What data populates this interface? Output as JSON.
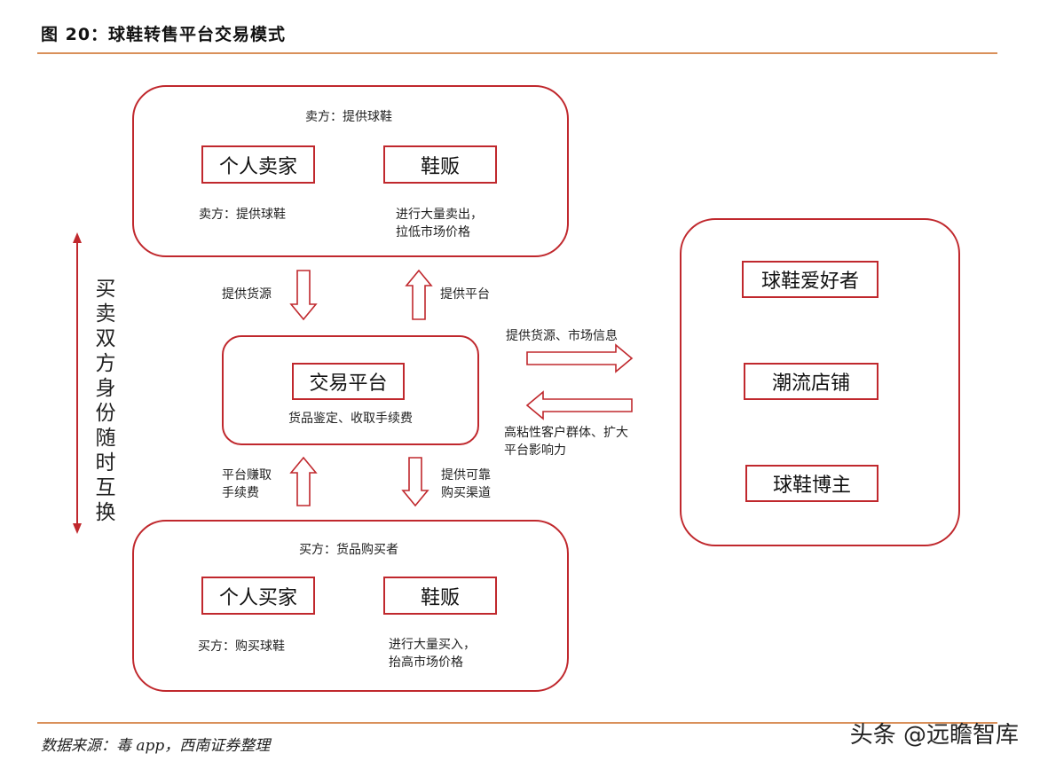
{
  "figure_title": "图 20：球鞋转售平台交易模式",
  "seller_panel": {
    "heading": "卖方：提供球鞋",
    "personal_label": "个人卖家",
    "reseller_label": "鞋贩",
    "personal_desc": "卖方：提供球鞋",
    "reseller_desc_line1": "进行大量卖出，",
    "reseller_desc_line2": "拉低市场价格"
  },
  "platform_panel": {
    "label": "交易平台",
    "desc": "货品鉴定、收取手续费"
  },
  "buyer_panel": {
    "heading": "买方：货品购买者",
    "personal_label": "个人买家",
    "reseller_label": "鞋贩",
    "personal_desc": "买方：购买球鞋",
    "reseller_desc_line1": "进行大量买入，",
    "reseller_desc_line2": "抬高市场价格"
  },
  "arrows": {
    "supply_goods": "提供货源",
    "provide_platform": "提供平台",
    "earn_fee_line1": "平台赚取",
    "earn_fee_line2": "手续费",
    "reliable_channel_line1": "提供可靠",
    "reliable_channel_line2": "购买渠道",
    "to_right": "提供货源、市场信息",
    "from_right_line1": "高粘性客户群体、扩大",
    "from_right_line2": "平台影响力"
  },
  "role_swap_text": "买卖双方身份随时互换",
  "right_panel": {
    "items": [
      "球鞋爱好者",
      "潮流店铺",
      "球鞋博主"
    ]
  },
  "source": "数据来源：毒 app，西南证券整理",
  "watermark": "头条 @远瞻智库",
  "colors": {
    "accent": "#c0282d",
    "rule": "#d9905a"
  }
}
